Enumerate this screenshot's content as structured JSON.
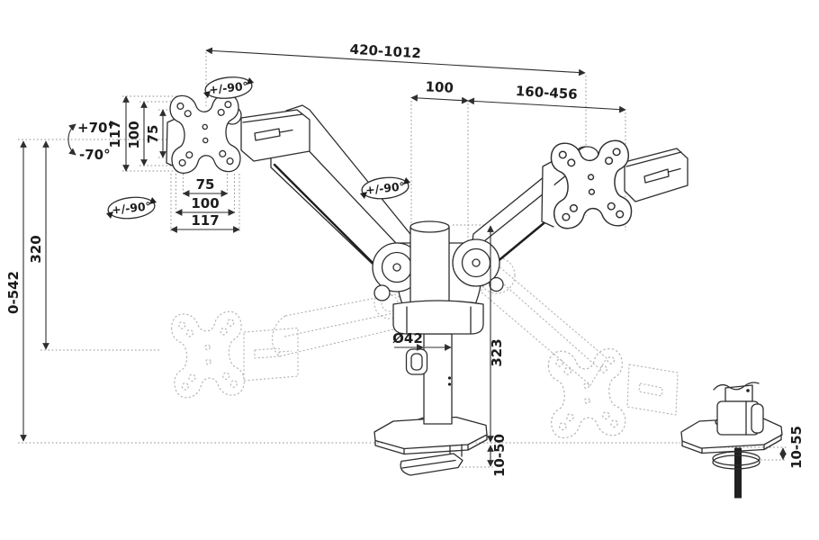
{
  "diagram": {
    "type": "technical-drawing",
    "subject": "dual-monitor-desk-mount-arm",
    "colors": {
      "line": "#2e2e2e",
      "ghost": "#b4b4b4",
      "guide": "#8f8f8f",
      "rod": "#202020",
      "background": "#ffffff"
    },
    "dimensions": {
      "top_span": "420-1012",
      "pivot_spacing": "100",
      "arm_reach": "160-456",
      "plate_height_outer": "117",
      "plate_height_vesa100": "100",
      "plate_height_vesa75": "75",
      "plate_width_vesa75": "75",
      "plate_width_vesa100": "100",
      "plate_width_outer": "117",
      "height_range": "0-542",
      "lowered_height": "320",
      "pole_diameter": "Ø42",
      "pole_height": "323",
      "clamp_range": "10-50",
      "grommet_range": "10-55"
    },
    "rotations": {
      "tilt_up": "+70°",
      "tilt_down": "-70°",
      "swivel_vesa_top": "+/-90°",
      "swivel_vesa_left": "+/-90°",
      "swivel_arm_center": "+/-90°"
    }
  }
}
